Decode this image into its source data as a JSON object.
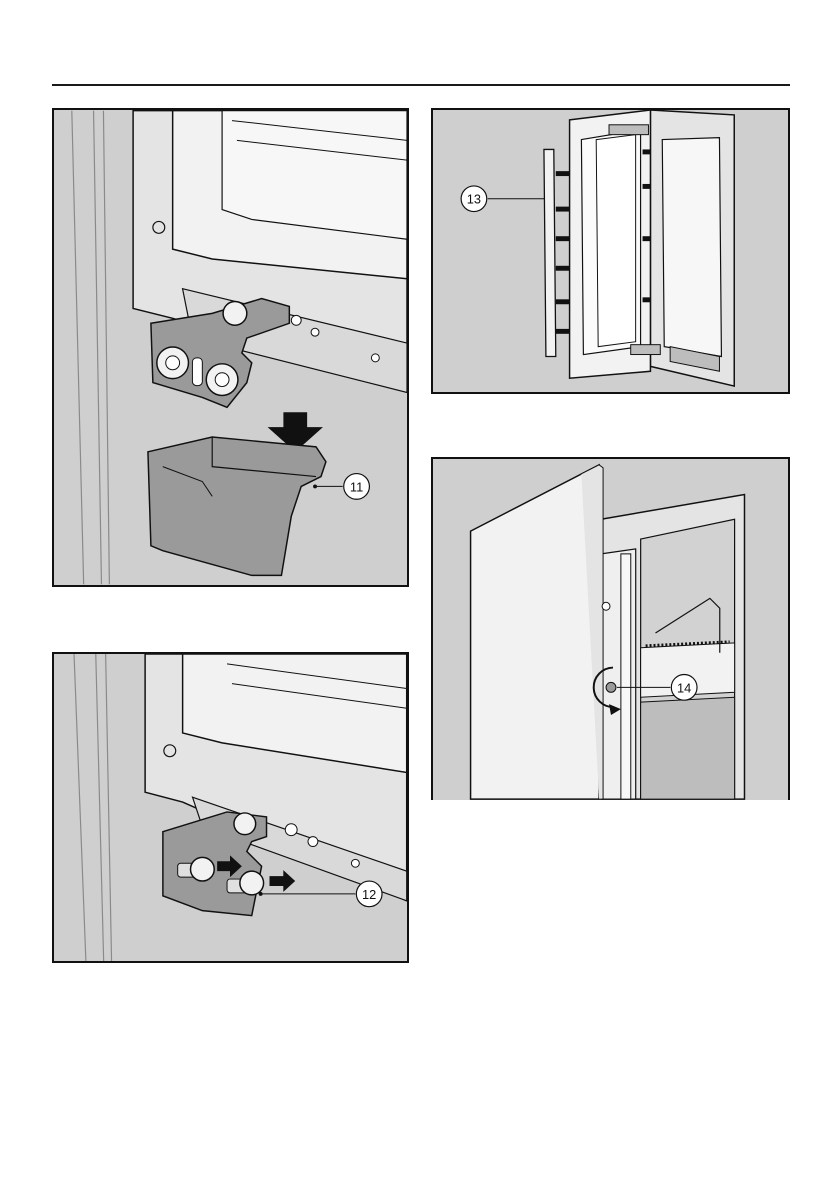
{
  "figures": [
    {
      "id": "fig1",
      "callout": "11",
      "description_icon": "hinge-cover-install"
    },
    {
      "id": "fig2",
      "callout": "12",
      "description_icon": "hinge-screws-install"
    },
    {
      "id": "fig3",
      "callout": "13",
      "description_icon": "door-trim-strip"
    },
    {
      "id": "fig4",
      "callout": "14",
      "description_icon": "door-adjust-screw"
    }
  ],
  "colors": {
    "background": "#cfcfcf",
    "panel": "#f2f2f2",
    "line": "#111111"
  }
}
